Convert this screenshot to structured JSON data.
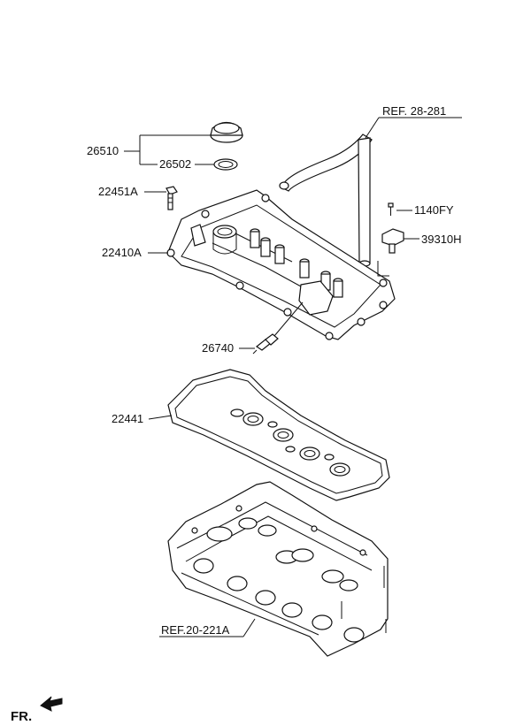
{
  "labels": {
    "ref_28_281": "REF. 28-281",
    "p26510": "26510",
    "p26502": "26502",
    "p22451A": "22451A",
    "p22410A": "22410A",
    "p1140FY": "1140FY",
    "p39310H": "39310H",
    "p26740": "26740",
    "p22441": "22441",
    "ref_20_221A": "REF.20-221A",
    "fr": "FR."
  }
}
